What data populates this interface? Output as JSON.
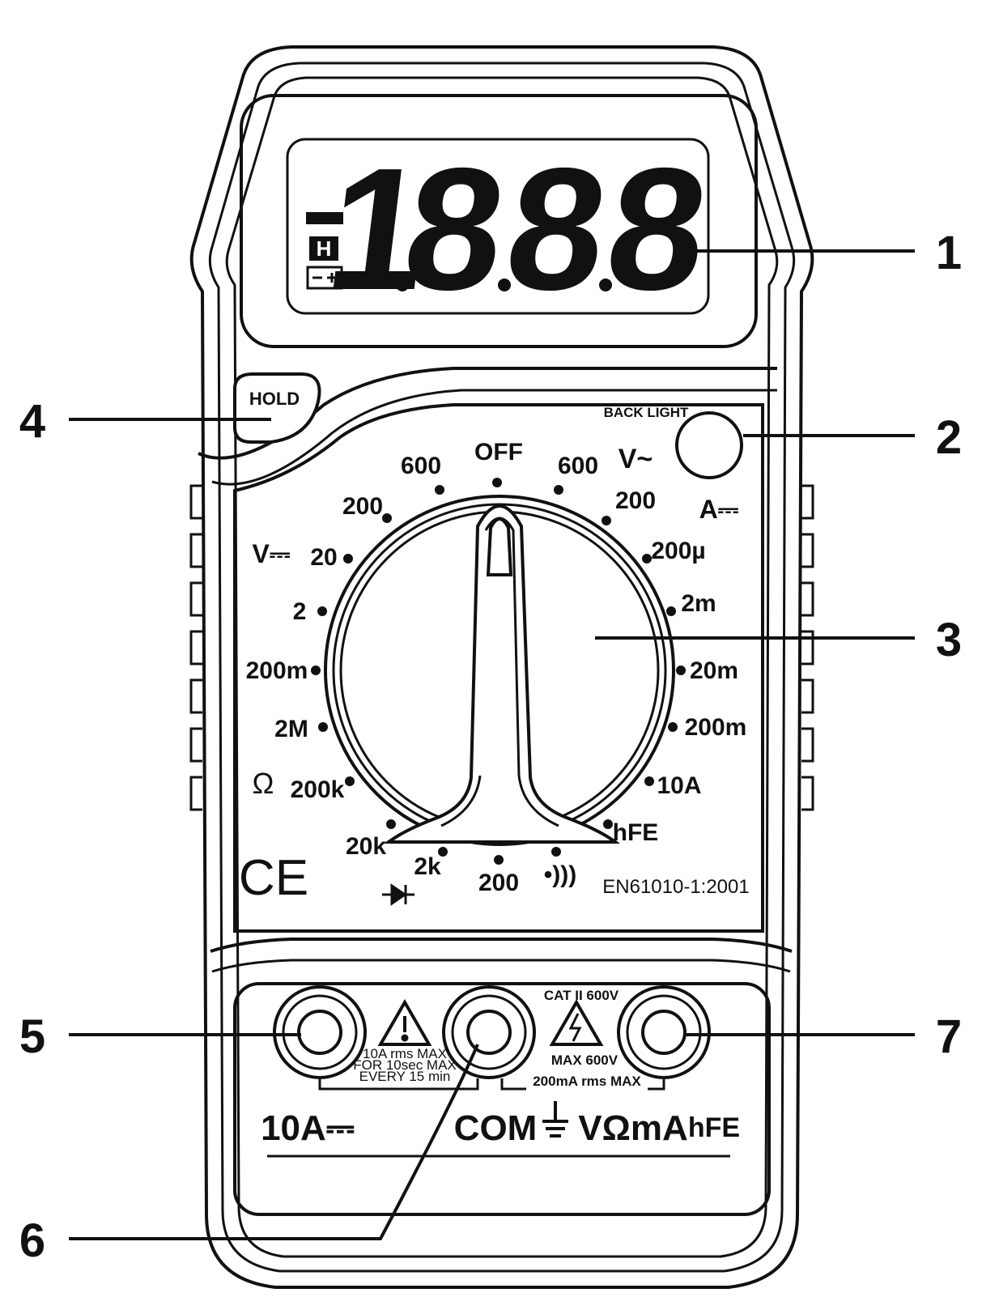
{
  "display": {
    "reading": "-1.8.8.8",
    "minus": "-",
    "digits": [
      "1",
      "8",
      "8",
      "8"
    ],
    "hold_indicator": "H"
  },
  "callouts": [
    "1",
    "2",
    "3",
    "4",
    "5",
    "6",
    "7"
  ],
  "hold_button": "HOLD",
  "backlight_label": "BACK LIGHT",
  "groups": {
    "vac": "V~",
    "adc": "A⎓",
    "vdc": "V⎓",
    "ohm": "Ω"
  },
  "dial": {
    "off": "OFF",
    "vac_600": "600",
    "vac_200": "200",
    "adc_200u": "200µ",
    "adc_2m": "2m",
    "adc_20m": "20m",
    "adc_200m": "200m",
    "adc_10a": "10A",
    "hfe": "hFE",
    "continuity": "•)))",
    "ohm_200": "200",
    "ohm_2k": "2k",
    "ohm_20k": "20k",
    "ohm_200k": "200k",
    "ohm_2M": "2M",
    "vdc_200m": "200m",
    "vdc_2": "2",
    "vdc_20": "20",
    "vdc_200": "200",
    "vdc_600": "600"
  },
  "marks": {
    "ce": "CE",
    "standard": "EN61010-1:2001"
  },
  "jacks": {
    "cat": "CAT II  600V",
    "left_label": "10A⎓",
    "com_label": "COM",
    "right_label": "VΩmA",
    "hfe_label": "hFE",
    "warn_left": [
      "10A rms MAX",
      "FOR 10sec MAX",
      "EVERY 15 min"
    ],
    "warn_right": [
      "MAX 600V",
      "200mA rms MAX"
    ]
  }
}
